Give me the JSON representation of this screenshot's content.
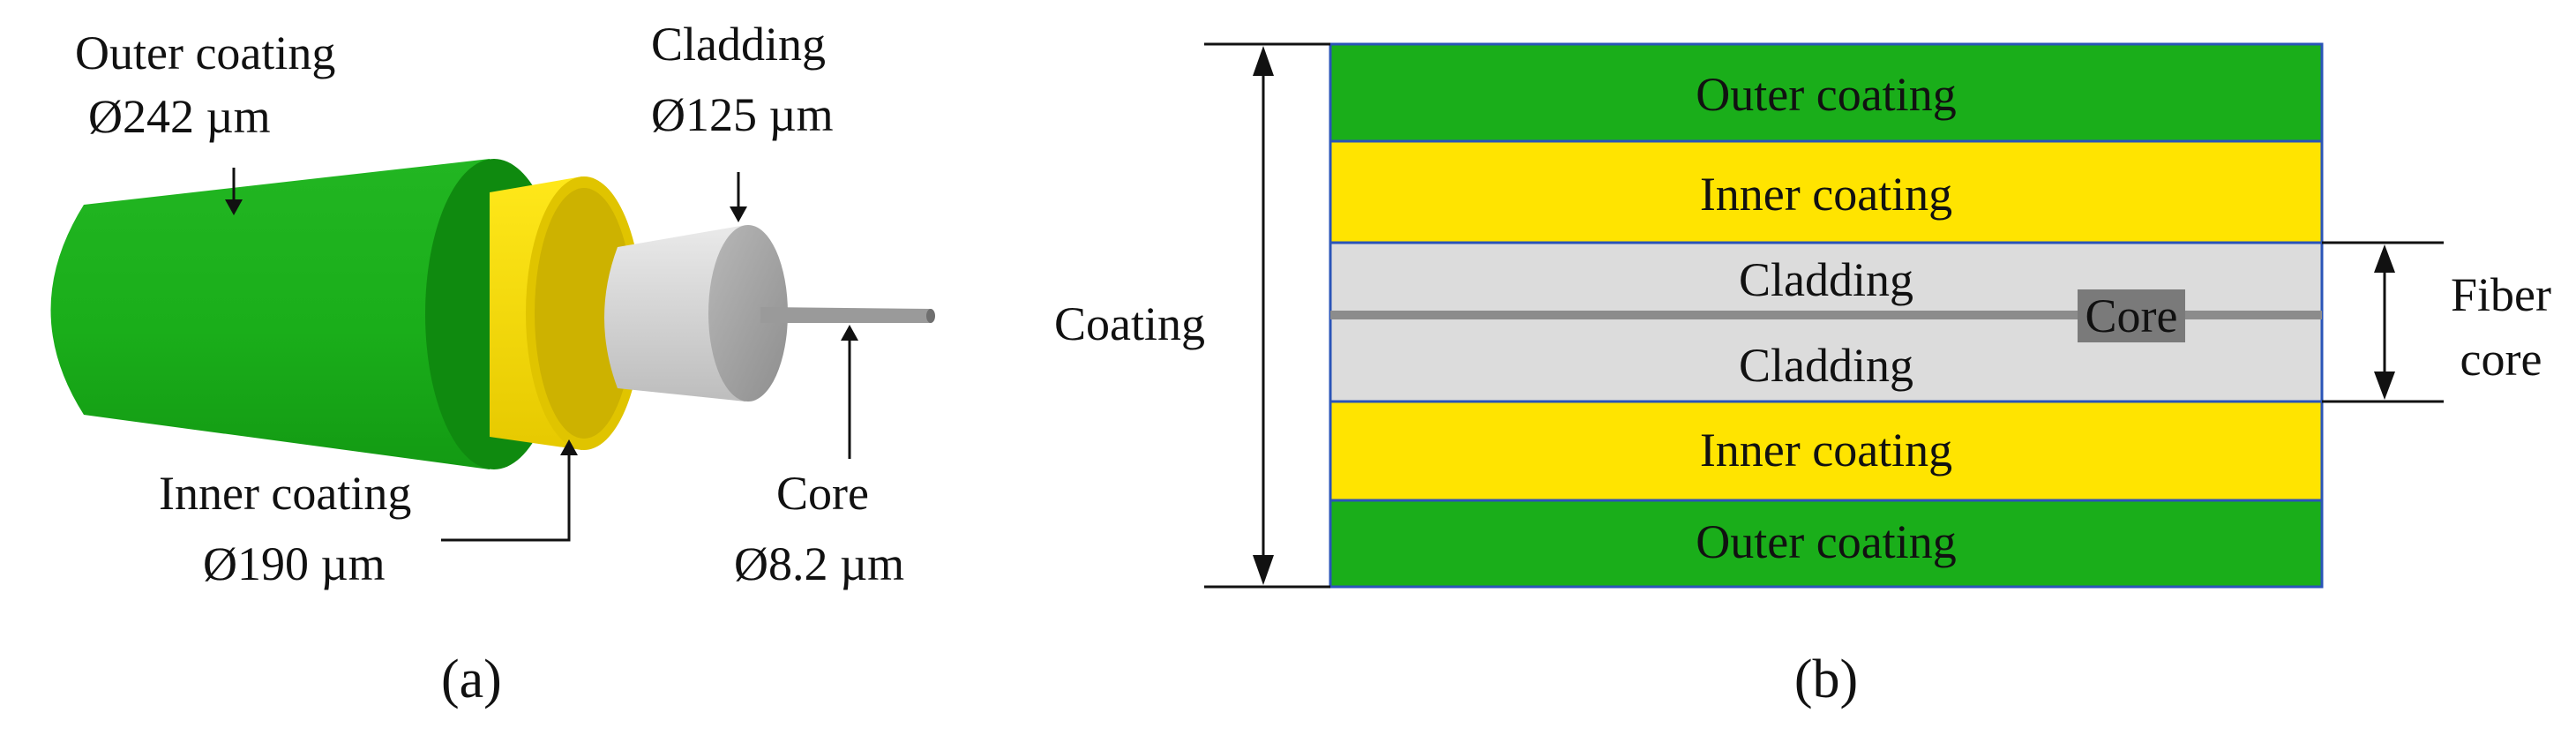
{
  "panel_a": {
    "outer_coating": {
      "name": "Outer coating",
      "diameter": "Ø242 µm"
    },
    "cladding": {
      "name": "Cladding",
      "diameter": "Ø125 µm"
    },
    "inner_coating": {
      "name": "Inner coating",
      "diameter": "Ø190 µm"
    },
    "core": {
      "name": "Core",
      "diameter": "Ø8.2 µm"
    },
    "caption": "(a)"
  },
  "panel_b": {
    "bands": {
      "outer_top": "Outer coating",
      "inner_top": "Inner coating",
      "cladding_top": "Cladding",
      "core": "Core",
      "cladding_bottom": "Cladding",
      "inner_bottom": "Inner coating",
      "outer_bottom": "Outer coating"
    },
    "coating_label": "Coating",
    "fiber_core_label": [
      "Fiber",
      "core"
    ],
    "caption": "(b)"
  },
  "colors": {
    "outer_coating": "#1aae1a",
    "outer_coating_dark": "#0f8a0f",
    "inner_coating": "#ffe400",
    "inner_coating_dark": "#c9b100",
    "cladding": "#dcdcdc",
    "core_line": "#8c8c8c",
    "core_box": "#7a7a7a",
    "band_border": "#2a54b8"
  }
}
